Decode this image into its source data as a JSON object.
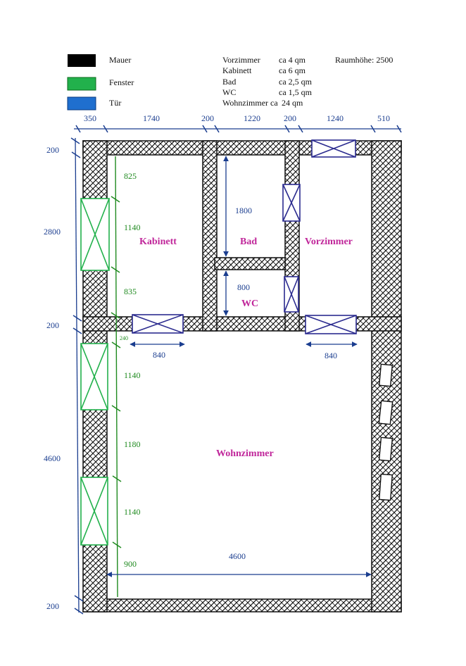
{
  "legend": {
    "items": [
      {
        "label": "Mauer",
        "color": "#000000"
      },
      {
        "label": "Fenster",
        "color": "#22b14c"
      },
      {
        "label": "Tür",
        "color": "#1f6fcf"
      }
    ],
    "areas": [
      {
        "room": "Vorzimmer",
        "size": "ca 4 qm"
      },
      {
        "room": "Kabinett",
        "size": "ca 6 qm"
      },
      {
        "room": "Bad",
        "size": "ca 2,5 qm"
      },
      {
        "room": "WC",
        "size": "ca 1,5 qm"
      },
      {
        "room": "Wohnzimmer ca",
        "size": "24 qm"
      }
    ],
    "height": "Raumhöhe: 2500"
  },
  "rooms": {
    "kabinett": "Kabinett",
    "bad": "Bad",
    "vorzimmer": "Vorzimmer",
    "wc": "WC",
    "wohnzimmer": "Wohnzimmer"
  },
  "dims_top": [
    "350",
    "1740",
    "200",
    "1220",
    "200",
    "1240",
    "510"
  ],
  "dims_left": [
    "200",
    "2800",
    "200",
    "4600",
    "200"
  ],
  "dims_window": [
    "825",
    "1140",
    "835",
    "1140",
    "1180",
    "1140",
    "900"
  ],
  "dims_inner": {
    "bad_height": "1800",
    "wc_height": "800",
    "door_left": "840",
    "door_right": "840",
    "small_240": "240",
    "living_width": "4600"
  }
}
